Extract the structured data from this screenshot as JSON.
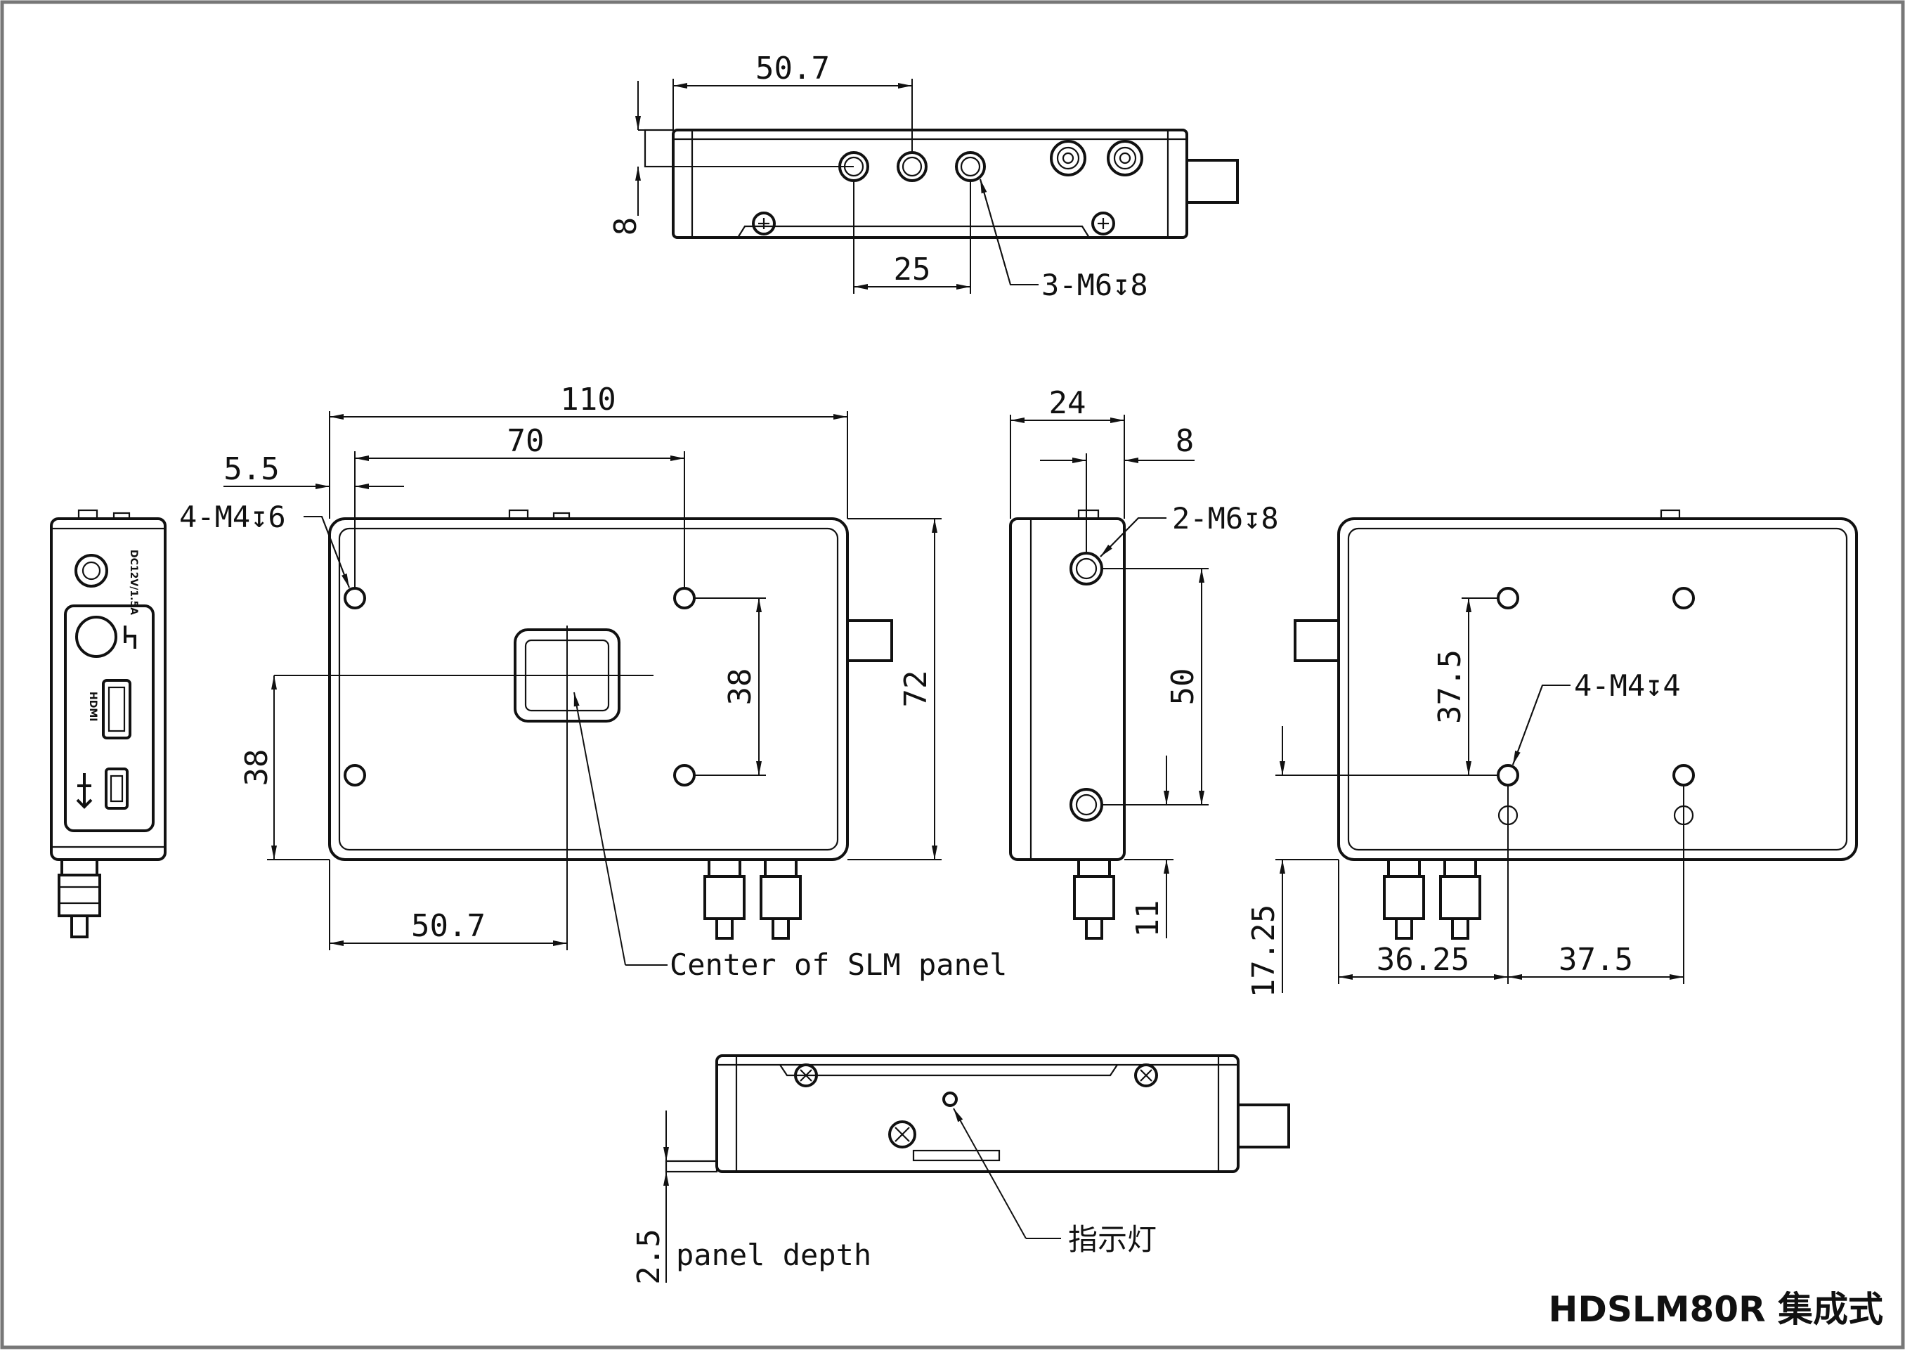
{
  "title": "HDSLM80R 集成式",
  "top_view": {
    "dim_spacing_left": "50.7",
    "dim_height": "8",
    "dim_hole_pitch": "25",
    "hole_callout": "3-M6↧8"
  },
  "front_view": {
    "dim_width": "110",
    "dim_hole_span": "70",
    "dim_edge_offset": "5.5",
    "hole_callout": "4-M4↧6",
    "dim_hole_vertical": "38",
    "dim_height": "72",
    "dim_center_height": "38",
    "dim_center_x": "50.7",
    "center_label": "Center of SLM panel"
  },
  "side_view": {
    "dim_depth": "24",
    "dim_hole_offset": "8",
    "hole_callout": "2-M6↧8",
    "dim_hole_pitch": "50",
    "dim_bottom": "11"
  },
  "back_view": {
    "dim_hole_vertical": "37.5",
    "hole_callout": "4-M4↧4",
    "dim_height_offset": "17.25",
    "dim_x_offset": "36.25",
    "dim_hole_pitch": "37.5"
  },
  "bottom_view": {
    "dim_panel_depth": "2.5",
    "panel_depth_label": "panel depth",
    "indicator_label": "指示灯"
  },
  "connector_panel": {
    "power_label": "DC12V/1.5A",
    "hdmi_label": "HDMI"
  }
}
